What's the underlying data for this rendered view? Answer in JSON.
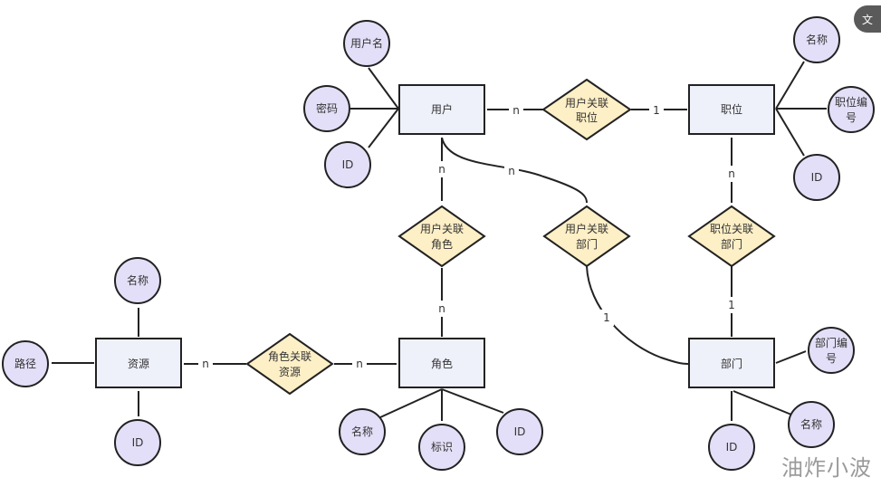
{
  "diagram": {
    "type": "ER diagram",
    "entities": [
      {
        "id": "user",
        "label": "用户",
        "attributes": [
          "用户名",
          "密码",
          "ID"
        ]
      },
      {
        "id": "position",
        "label": "职位",
        "attributes": [
          "名称",
          "职位编号",
          "ID"
        ]
      },
      {
        "id": "role",
        "label": "角色",
        "attributes": [
          "名称",
          "标识",
          "ID"
        ]
      },
      {
        "id": "resource",
        "label": "资源",
        "attributes": [
          "名称",
          "路径",
          "ID"
        ]
      },
      {
        "id": "department",
        "label": "部门",
        "attributes": [
          "部门编号",
          "名称",
          "ID"
        ]
      }
    ],
    "relationships": [
      {
        "id": "user_position",
        "label": "用户关联职位",
        "from": "user",
        "from_card": "n",
        "to": "position",
        "to_card": "1"
      },
      {
        "id": "user_role",
        "label": "用户关联角色",
        "from": "user",
        "from_card": "n",
        "to": "role",
        "to_card": "n"
      },
      {
        "id": "user_department",
        "label": "用户关联部门",
        "from": "user",
        "from_card": "n",
        "to": "department",
        "to_card": "1"
      },
      {
        "id": "position_department",
        "label": "职位关联部门",
        "from": "position",
        "from_card": "n",
        "to": "department",
        "to_card": "1"
      },
      {
        "id": "role_resource",
        "label": "角色关联资源",
        "from": "resource",
        "from_card": "n",
        "to": "role",
        "to_card": "n"
      }
    ]
  },
  "labels": {
    "user": "用户",
    "user_attr_name": "用户名",
    "user_attr_pwd": "密码",
    "user_attr_id": "ID",
    "position": "职位",
    "position_attr_name": "名称",
    "position_attr_code_l1": "职位编",
    "position_attr_code_l2": "号",
    "position_attr_id": "ID",
    "role": "角色",
    "role_attr_name": "名称",
    "role_attr_key": "标识",
    "role_attr_id": "ID",
    "resource": "资源",
    "resource_attr_name": "名称",
    "resource_attr_path": "路径",
    "resource_attr_id": "ID",
    "department": "部门",
    "department_attr_code_l1": "部门编",
    "department_attr_code_l2": "号",
    "department_attr_name": "名称",
    "department_attr_id": "ID",
    "rel_user_position_l1": "用户关联",
    "rel_user_position_l2": "职位",
    "rel_user_role_l1": "用户关联",
    "rel_user_role_l2": "角色",
    "rel_user_department_l1": "用户关联",
    "rel_user_department_l2": "部门",
    "rel_position_department_l1": "职位关联",
    "rel_position_department_l2": "部门",
    "rel_role_resource_l1": "角色关联",
    "rel_role_resource_l2": "资源",
    "card_n": "n",
    "card_1": "1"
  },
  "overlay": {
    "translate_icon": "文",
    "watermark": "油炸小波"
  },
  "colors": {
    "entity_fill": "#eef0fa",
    "relationship_fill": "#fdefc6",
    "attribute_fill": "#e4dff8",
    "stroke": "#222222"
  }
}
